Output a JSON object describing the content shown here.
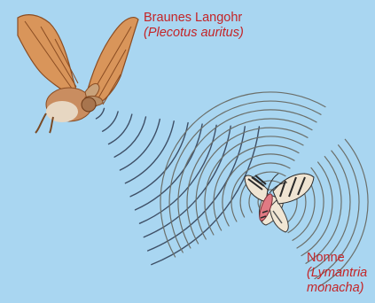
{
  "colors": {
    "background": "#a9d6f1",
    "label": "#c42427",
    "waves_bat": "#3e4f66",
    "waves_moth": "#6b6f6a"
  },
  "labels": {
    "bat": {
      "common_name": "Braunes Langohr",
      "scientific_name": "(Plecotus auritus)"
    },
    "moth": {
      "common_name": "Nonne",
      "scientific_name_line1": "(Lymantria",
      "scientific_name_line2": "monacha)"
    }
  },
  "illustration": {
    "bat_icon": "bat-illustration",
    "moth_icon": "moth-illustration",
    "sound_waves_icon": "echolocation-waves"
  }
}
